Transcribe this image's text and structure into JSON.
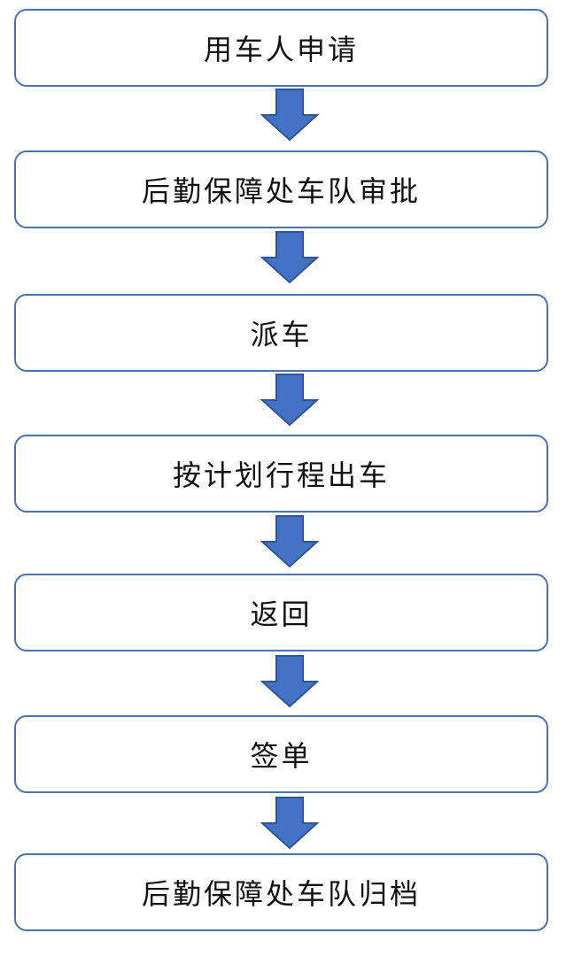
{
  "flowchart": {
    "steps": [
      {
        "label": "用车人申请"
      },
      {
        "label": "后勤保障处车队审批"
      },
      {
        "label": "派车"
      },
      {
        "label": "按计划行程出车"
      },
      {
        "label": "返回"
      },
      {
        "label": "签单"
      },
      {
        "label": "后勤保障处车队归档"
      }
    ],
    "colors": {
      "box_border": "#4a70b5",
      "arrow_fill": "#4472c4",
      "arrow_stroke": "#2f5597",
      "text": "#111111"
    },
    "arrow_icon": "down-arrow-icon"
  }
}
